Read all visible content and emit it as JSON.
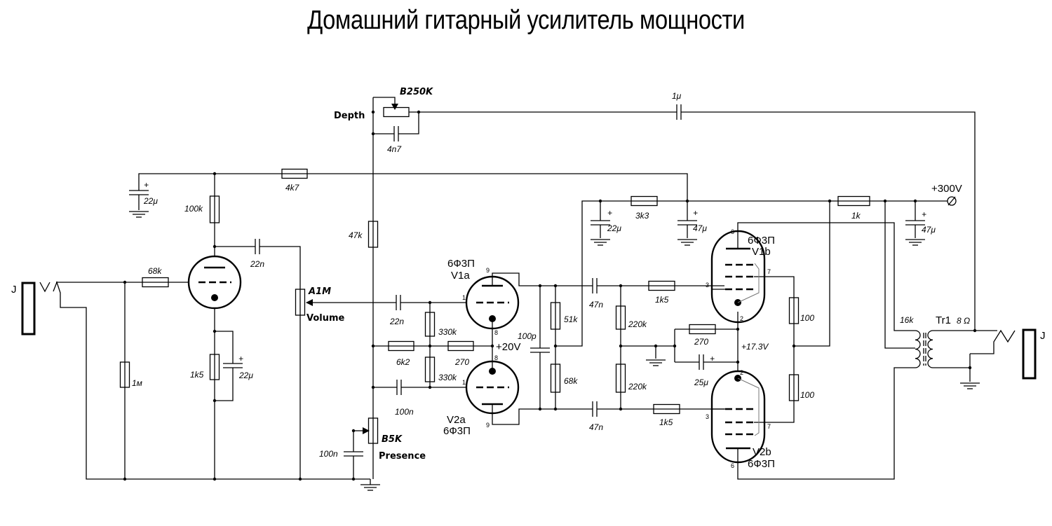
{
  "title": "Домашний гитарный усилитель мощности",
  "labels": {
    "jack_in": "J",
    "jack_out": "J",
    "r_68k": "68k",
    "r_1m": "1м",
    "r_100k": "100k",
    "r_1k5_cath": "1k5",
    "c_22u_rail": "22μ",
    "c_22u_cath": "22μ",
    "c_22n_plate": "22n",
    "r_4k7": "4k7",
    "pot_a1m": "A1M",
    "volume": "Volume",
    "depth": "Depth",
    "pot_b250k": "B250K",
    "c_4n7": "4n7",
    "c_1u": "1μ",
    "r_47k": "47k",
    "c_22n_grid": "22n",
    "r_330k_top": "330k",
    "r_330k_bot": "330k",
    "r_6k2": "6k2",
    "r_270_pi": "270",
    "v_20": "+20V",
    "c_100n_grid": "100n",
    "pot_b5k": "B5K",
    "presence": "Presence",
    "c_100n_pres": "100n",
    "v1a_type": "6Ф3П",
    "v1a_name": "V1a",
    "v2a_name": "V2a",
    "v2a_type": "6Ф3П",
    "c_100p": "100p",
    "r_51k": "51k",
    "r_68k_pi": "68k",
    "c_47n_top": "47n",
    "c_47n_bot": "47n",
    "r_220k_top": "220k",
    "r_220k_bot": "220k",
    "r_1k5_top": "1k5",
    "r_1k5_bot": "1k5",
    "r_270_cath": "270",
    "c_25u": "25μ",
    "v_17": "+17.3V",
    "c_22u_b": "22μ",
    "r_3k3": "3k3",
    "c_47u_a": "47μ",
    "r_1k": "1k",
    "c_47u_b": "47μ",
    "v_300": "+300V",
    "v1b_type": "6Ф3П",
    "v1b_name": "V1b",
    "v2b_name": "V2b",
    "v2b_type": "6Ф3П",
    "r_100_top": "100",
    "r_100_bot": "100",
    "tr_primary": "16k",
    "tr_name": "Tr1",
    "tr_secondary": "8 Ω"
  },
  "pins": {
    "p9": "9",
    "p1": "1",
    "p8": "8",
    "p6": "6",
    "p7": "7",
    "p3": "3",
    "p2": "2"
  }
}
